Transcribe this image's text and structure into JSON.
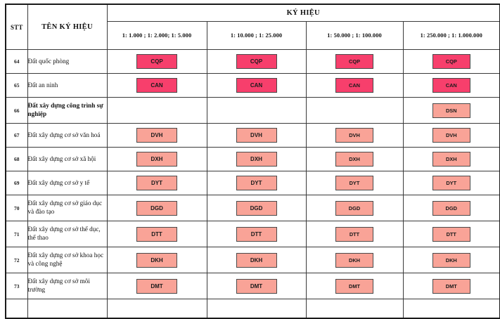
{
  "table": {
    "headers": {
      "stt": "STT",
      "name": "TÊN KÝ HIỆU",
      "group": "KÝ HIỆU",
      "scales": [
        "1: 1.000 ; 1: 2.000; 1: 5.000",
        "1: 10.000 ; 1: 25.000",
        "1: 50.000 ; 1: 100.000",
        "1: 250.000 ; 1: 1.000.000"
      ]
    },
    "colors": {
      "symbol_strong": "#F73F6C",
      "symbol_light": "#F9A397",
      "symbol_border": "#4a4a4a",
      "table_border": "#1a1a1a",
      "text": "#111111",
      "background": "#ffffff"
    },
    "rows": [
      {
        "stt": "64",
        "name": "Đất quốc phòng",
        "bold": false,
        "symbols": [
          "CQP",
          "CQP",
          "CQP",
          "CQP"
        ],
        "style": "strong"
      },
      {
        "stt": "65",
        "name": "Đất an ninh",
        "bold": false,
        "symbols": [
          "CAN",
          "CAN",
          "CAN",
          "CAN"
        ],
        "style": "strong"
      },
      {
        "stt": "66",
        "name": "Đất xây dựng công trình sự nghiệp",
        "bold": true,
        "symbols": [
          "",
          "",
          "",
          "DSN"
        ],
        "style": "light"
      },
      {
        "stt": "67",
        "name": "Đất xây dựng cơ sở văn hoá",
        "bold": false,
        "symbols": [
          "DVH",
          "DVH",
          "DVH",
          "DVH"
        ],
        "style": "light"
      },
      {
        "stt": "68",
        "name": "Đất xây dựng cơ sở xã hội",
        "bold": false,
        "symbols": [
          "DXH",
          "DXH",
          "DXH",
          "DXH"
        ],
        "style": "light"
      },
      {
        "stt": "69",
        "name": "Đất xây dựng cơ sở y tế",
        "bold": false,
        "symbols": [
          "DYT",
          "DYT",
          "DYT",
          "DYT"
        ],
        "style": "light"
      },
      {
        "stt": "70",
        "name": "Đất xây dựng cơ sở giáo dục và đào tạo",
        "bold": false,
        "symbols": [
          "DGD",
          "DGD",
          "DGD",
          "DGD"
        ],
        "style": "light"
      },
      {
        "stt": "71",
        "name": "Đất xây dựng cơ sở thể dục, thể thao",
        "bold": false,
        "symbols": [
          "DTT",
          "DTT",
          "DTT",
          "DTT"
        ],
        "style": "light"
      },
      {
        "stt": "72",
        "name": "Đất xây dựng cơ sở khoa học và công nghệ",
        "bold": false,
        "symbols": [
          "DKH",
          "DKH",
          "DKH",
          "DKH"
        ],
        "style": "light"
      },
      {
        "stt": "73",
        "name": "Đất xây dựng cơ sở môi trường",
        "bold": false,
        "symbols": [
          "DMT",
          "DMT",
          "DMT",
          "DMT"
        ],
        "style": "light"
      }
    ]
  }
}
